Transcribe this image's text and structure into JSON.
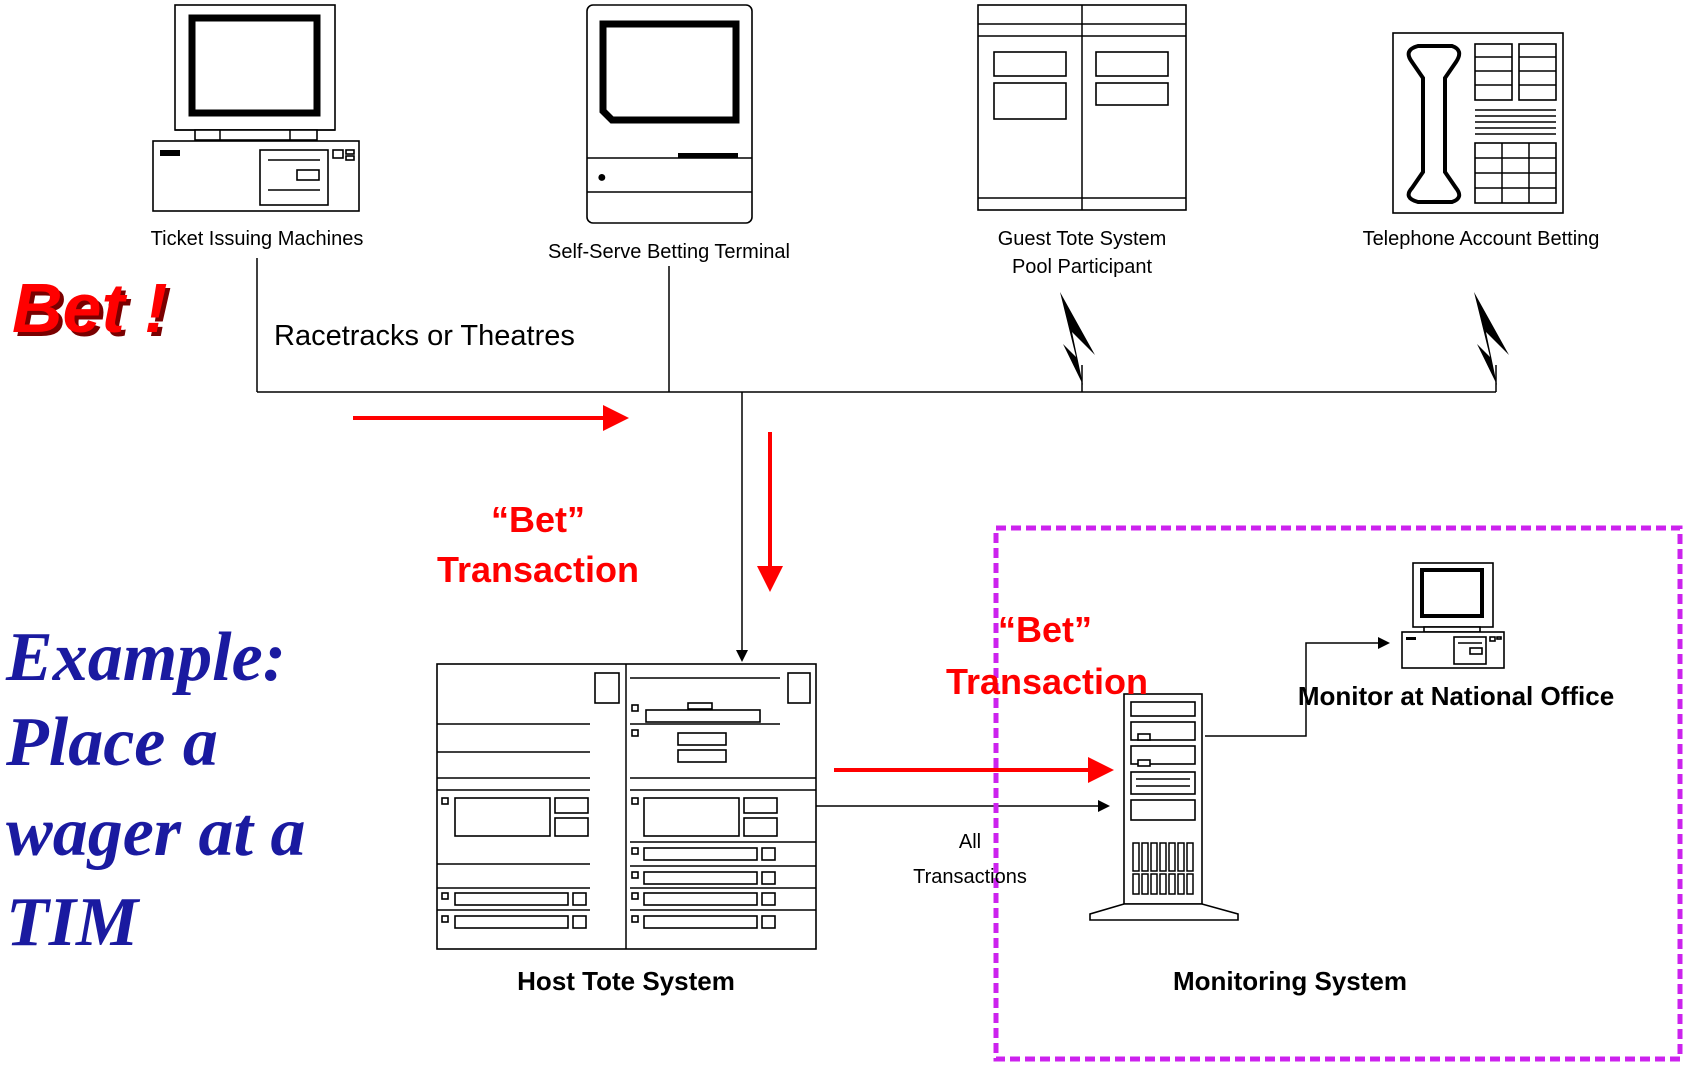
{
  "colors": {
    "accent_red": "#ff0000",
    "title_blue": "#1a1aa0",
    "boundary_purple": "#cc22ee"
  },
  "devices": {
    "tim": {
      "label": "Ticket Issuing Machines",
      "icon": "desktop-computer-icon"
    },
    "ssbt": {
      "label": "Self-Serve Betting Terminal",
      "icon": "terminal-kiosk-icon"
    },
    "guest_tote": {
      "label_line1": "Guest Tote System",
      "label_line2": "Pool Participant",
      "icon": "server-cabinet-icon"
    },
    "telephone": {
      "label": "Telephone Account Betting",
      "icon": "telephone-icon"
    },
    "host_tote": {
      "label": "Host Tote System",
      "icon": "rack-server-icon"
    },
    "monitoring": {
      "label": "Monitoring System",
      "icon": "tower-server-icon"
    },
    "national_office": {
      "label": "Monitor at National Office",
      "icon": "desktop-computer-icon"
    }
  },
  "labels": {
    "bet_title": "Bet !",
    "racetracks": "Racetracks or Theatres",
    "bet_transaction_1_line1": "“Bet”",
    "bet_transaction_1_line2": "Transaction",
    "bet_transaction_2_line1": "“Bet”",
    "bet_transaction_2_line2": "Transaction",
    "all_transactions_line1": "All",
    "all_transactions_line2": "Transactions"
  },
  "example": {
    "lines": [
      "Example:",
      "Place a",
      "wager at a",
      "TIM"
    ]
  }
}
